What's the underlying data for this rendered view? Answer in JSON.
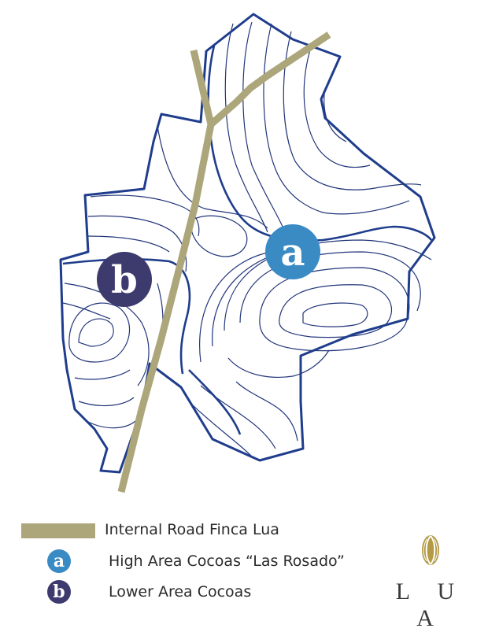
{
  "map": {
    "markers": [
      {
        "id": "a",
        "letter": "a",
        "color": "#3a8ac4"
      },
      {
        "id": "b",
        "letter": "b",
        "color": "#3d3a6e"
      }
    ],
    "road_color": "#aca67a",
    "boundary_color": "#1f3d8c",
    "contour_color": "#22357a"
  },
  "legend": {
    "road_label": "Internal Road Finca Lua",
    "a_label": "High Area Cocoas “Las Rosado”",
    "b_label": "Lower Area Cocoas"
  },
  "brand": {
    "name": "L U A",
    "logo_color": "#b49a45"
  }
}
